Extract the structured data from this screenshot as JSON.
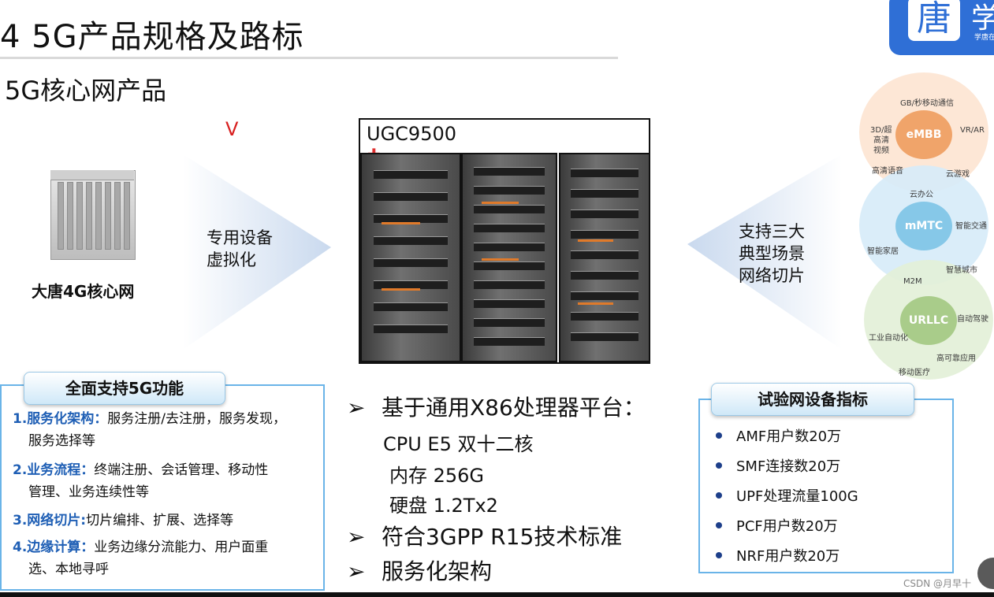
{
  "header": {
    "title": "4 5G产品规格及路标",
    "subtitle": "5G核心网产品",
    "logo_char": "唐",
    "logo_char2": "学",
    "logo_sub": "学唐在线"
  },
  "left_device": {
    "label": "大唐4G核心网",
    "check": "V"
  },
  "left_arrow": {
    "line1": "专用设备",
    "line2": "虚拟化"
  },
  "right_arrow": {
    "line1": "支持三大",
    "line2": "典型场景",
    "line3": "网络切片"
  },
  "photo": {
    "label": "UGC9500",
    "marker": "✚"
  },
  "scenarios": {
    "embb": {
      "name": "eMBB",
      "labels": [
        "GB/秒移动通信",
        "3D/超",
        "高清",
        "视频",
        "VR/AR",
        "高清语音",
        "云游戏"
      ]
    },
    "mmtc": {
      "name": "mMTC",
      "labels": [
        "云办公",
        "智能交通",
        "智能家居",
        "智慧城市",
        "M2M"
      ]
    },
    "urllc": {
      "name": "URLLC",
      "labels": [
        "工业自动化",
        "自动驾驶",
        "高可靠应用",
        "移动医疗"
      ]
    }
  },
  "features": {
    "heading": "全面支持5G功能",
    "items": [
      {
        "num": "1.",
        "title": "服务化架构",
        "sep": "：",
        "text1": "服务注册/去注册，服务发现，",
        "text2": "服务选择等"
      },
      {
        "num": "2.",
        "title": "业务流程",
        "sep": "：",
        "text1": "终端注册、会话管理、移动性",
        "text2": "管理、业务连续性等"
      },
      {
        "num": "3.",
        "title": "网络切片",
        "sep": ":",
        "text1": "切片编排、扩展、选择等",
        "text2": ""
      },
      {
        "num": "4.",
        "title": "边缘计算",
        "sep": "：",
        "text1": "业务边缘分流能力、用户面重",
        "text2": "选、本地寻呼"
      }
    ]
  },
  "center_specs": {
    "bullet_icon": "➢",
    "b1": "基于通用X86处理器平台：",
    "s1": "CPU  E5 双十二核",
    "s2": "内存  256G",
    "s3": "硬盘  1.2Tx2",
    "b2": "符合3GPP R15技术标准",
    "b3": "服务化架构"
  },
  "metrics": {
    "heading": "试验网设备指标",
    "items": [
      "AMF用户数20万",
      "SMF连接数20万",
      "UPF处理流量100G",
      "PCF用户数20万",
      "NRF用户数20万"
    ]
  },
  "watermark": "CSDN @月早十",
  "colors": {
    "accent_blue": "#6ab4e8",
    "brand_blue": "#2f6fd6",
    "number_blue": "#1f5fb5",
    "marker_red": "#e03030"
  }
}
